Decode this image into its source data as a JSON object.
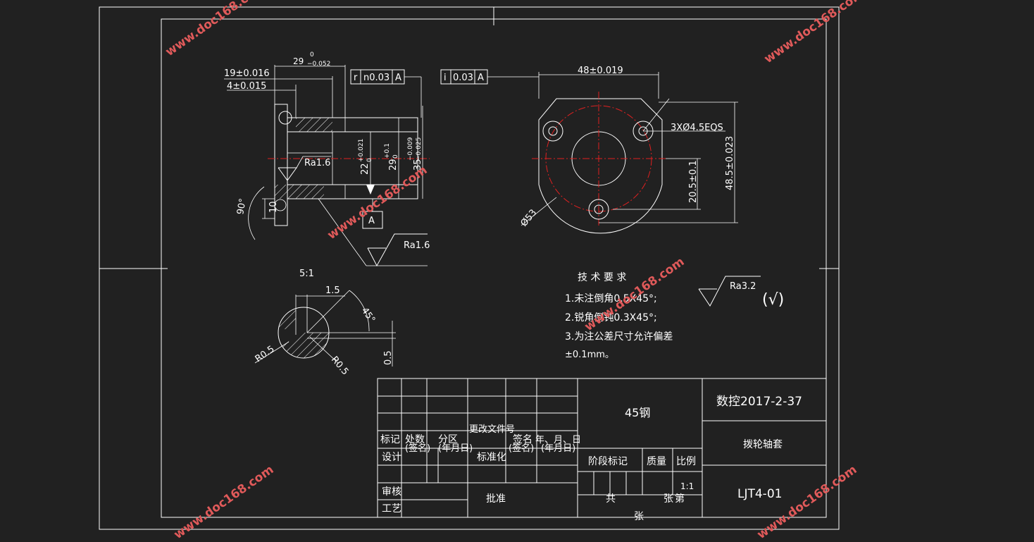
{
  "watermark": "www.doc168.com",
  "colors": {
    "background": "#212121",
    "line": "#ffffff",
    "centerline": "#e02020",
    "watermark": "#e05a5a"
  },
  "part_view": {
    "dim_length": "29",
    "dim_length_upper": "0",
    "dim_length_lower": "−0.052",
    "dim_19": "19±0.016",
    "dim_4": "4±0.015",
    "geo_tol_1": {
      "symbol": "r",
      "value": "n0.03",
      "datum": "A"
    },
    "dim_22": "22",
    "dim_22_upper": "+0.021",
    "dim_22_lower": "0",
    "dim_29v": "29",
    "dim_29v_upper": "+0.1",
    "dim_29v_lower": "0",
    "dim_35": "35",
    "dim_35_upper": "−0.009",
    "dim_35_lower": "−0.025",
    "roughness_inner": "Ra1.6",
    "roughness_outer": "Ra1.6",
    "angle": "90°",
    "dim_10": "10",
    "datum_label": "A"
  },
  "flange_view": {
    "geo_tol_2": {
      "symbol": "i",
      "value": "0.03",
      "datum": "A"
    },
    "dim_48": "48±0.019",
    "holes": "3XØ4.5EQS",
    "dim_20_5": "20.5±0.1",
    "dim_48_5": "48.5±0.023",
    "dim_53": "Ø53"
  },
  "detail_view": {
    "scale": "5:1",
    "dim_1_5": "1.5",
    "angle": "45°",
    "r1": "R0.5",
    "r2": "R0.5",
    "dim_0_5": "0.5"
  },
  "tech_req": {
    "title": "技 术 要 求",
    "items": [
      "1.未注倒角0.5X45°;",
      "2.锐角倒钝0.3X45°;",
      "3.为注公差尺寸允许偏差",
      "±0.1mm。"
    ]
  },
  "roughness_default": {
    "label": "Ra3.2",
    "paren": "(√)"
  },
  "title_block": {
    "material": "45钢",
    "drawing_code": "数控2017-2-37",
    "part_name": "拨轮轴套",
    "drawing_number": "LJT4-01",
    "col_biaoji": "标记",
    "col_chushu": "处数",
    "col_fenqu": "分区",
    "col_file": "更改文件号",
    "col_sign": "签名",
    "col_date": "年、月、日",
    "row_design": "设计",
    "sign_paren_1": "(签名)",
    "date_paren_1": "(年月日)",
    "standardize": "标准化",
    "sign_paren_2": "(签名)",
    "date_paren_2": "(年月日)",
    "row_review": "审核",
    "row_process": "工艺",
    "approve": "批准",
    "stage_mark": "阶段标记",
    "mass": "质量",
    "ratio": "比例",
    "ratio_value": "1:1",
    "total_sheets": "共",
    "sheets_unit": "张",
    "sheet_no": "第",
    "sheet_unit2": "张"
  }
}
